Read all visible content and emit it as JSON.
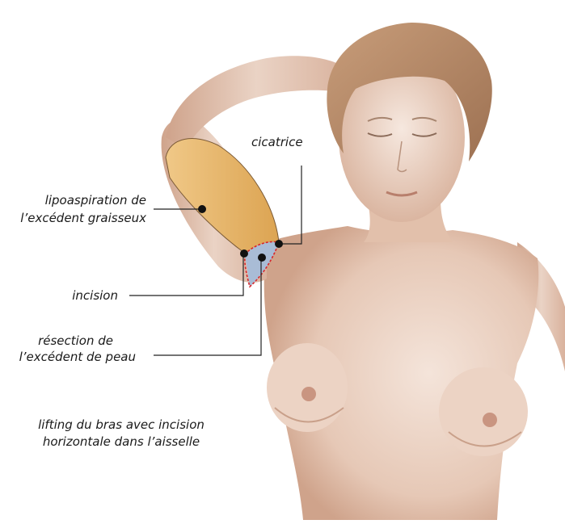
{
  "labels": {
    "cicatrice": "cicatrice",
    "lipo_line1": "lipoaspiration de",
    "lipo_line2": "l’excédent graisseux",
    "incision": "incision",
    "resection_line1": "résection de",
    "resection_line2": "l’excédent de peau"
  },
  "caption": {
    "line1": "lifting du bras avec incision",
    "line2": "horizontale dans l’aisselle"
  },
  "colors": {
    "skin_light": "#f1ded3",
    "skin_mid": "#e3c2ae",
    "skin_shadow": "#c99b83",
    "hair": "#b88a66",
    "fat_zone": "#e8b565",
    "skin_excess_zone": "#a9bcd6",
    "incision_line": "#d7262b",
    "leader_line": "#222222"
  }
}
